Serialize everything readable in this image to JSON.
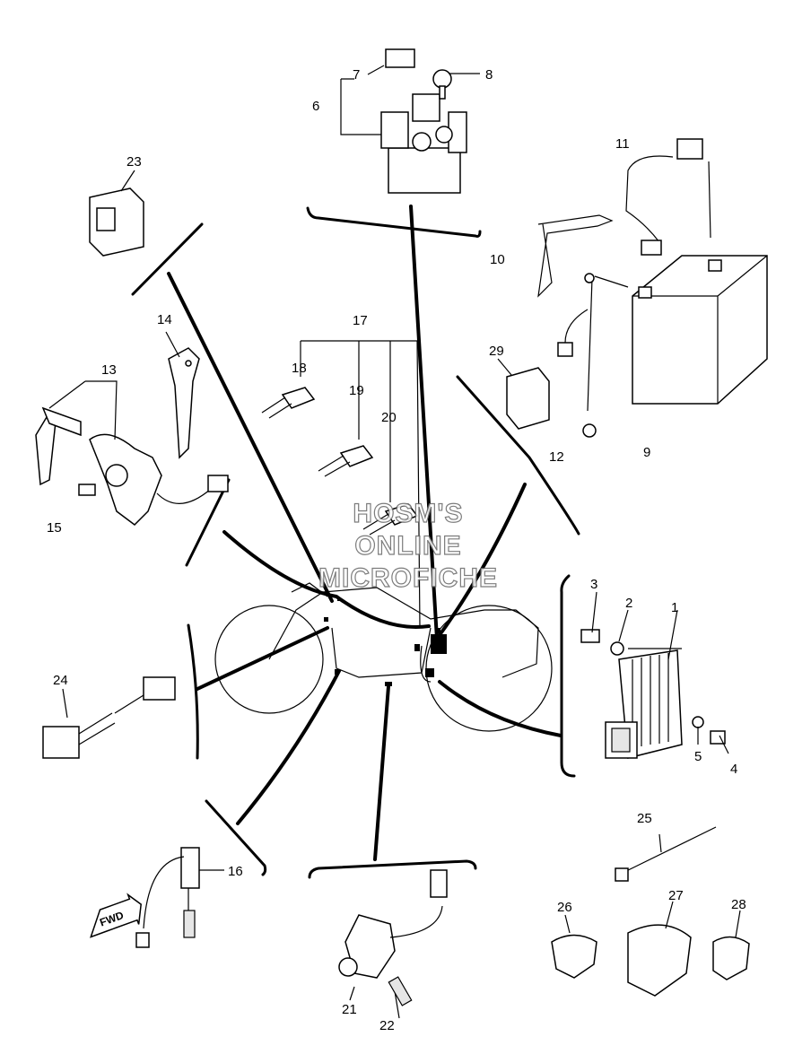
{
  "callouts": {
    "n1": "1",
    "n2": "2",
    "n3": "3",
    "n4": "4",
    "n5": "5",
    "n6": "6",
    "n7": "7",
    "n8": "8",
    "n9": "9",
    "n10": "10",
    "n11": "11",
    "n12": "12",
    "n13": "13",
    "n14": "14",
    "n15": "15",
    "n16": "16",
    "n17": "17",
    "n18": "18",
    "n19": "19",
    "n20": "20",
    "n21": "21",
    "n22": "22",
    "n23": "23",
    "n24": "24",
    "n25": "25",
    "n26": "26",
    "n27": "27",
    "n28": "28",
    "n29": "29"
  },
  "watermark": {
    "line1": "HOSM'S",
    "line2": "ONLINE",
    "line3": "MICROFICHE"
  },
  "direction_label": "FWD",
  "colors": {
    "ink": "#000000",
    "paper": "#ffffff",
    "watermark": "#666666"
  }
}
